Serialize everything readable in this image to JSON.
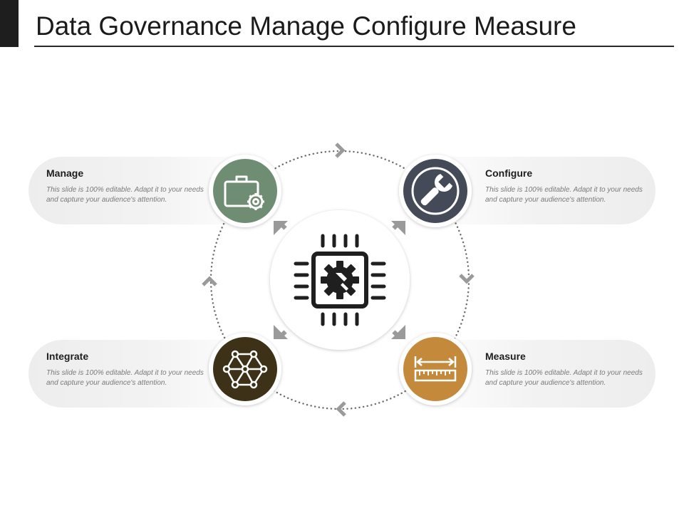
{
  "title": "Data Governance Manage Configure Measure",
  "colors": {
    "manage": "#6f8d72",
    "configure": "#454a58",
    "integrate": "#3d3117",
    "measure": "#c4893b",
    "center_icon": "#1f1f1f",
    "arrow": "#9a9a9a"
  },
  "center": {
    "icon": "chip-gear-icon"
  },
  "items": [
    {
      "key": "manage",
      "heading": "Manage",
      "desc": "This slide is 100% editable. Adapt it to your needs and capture your audience's attention.",
      "icon": "briefcase-gear-icon"
    },
    {
      "key": "configure",
      "heading": "Configure",
      "desc": "This slide is 100% editable. Adapt it to your needs and capture your audience's attention.",
      "icon": "wrench-icon"
    },
    {
      "key": "integrate",
      "heading": "Integrate",
      "desc": "This slide is 100% editable. Adapt it to your needs and capture your audience's attention.",
      "icon": "network-icon"
    },
    {
      "key": "measure",
      "heading": "Measure",
      "desc": "This slide is 100% editable. Adapt it to your needs and capture your audience's attention.",
      "icon": "ruler-icon"
    }
  ]
}
